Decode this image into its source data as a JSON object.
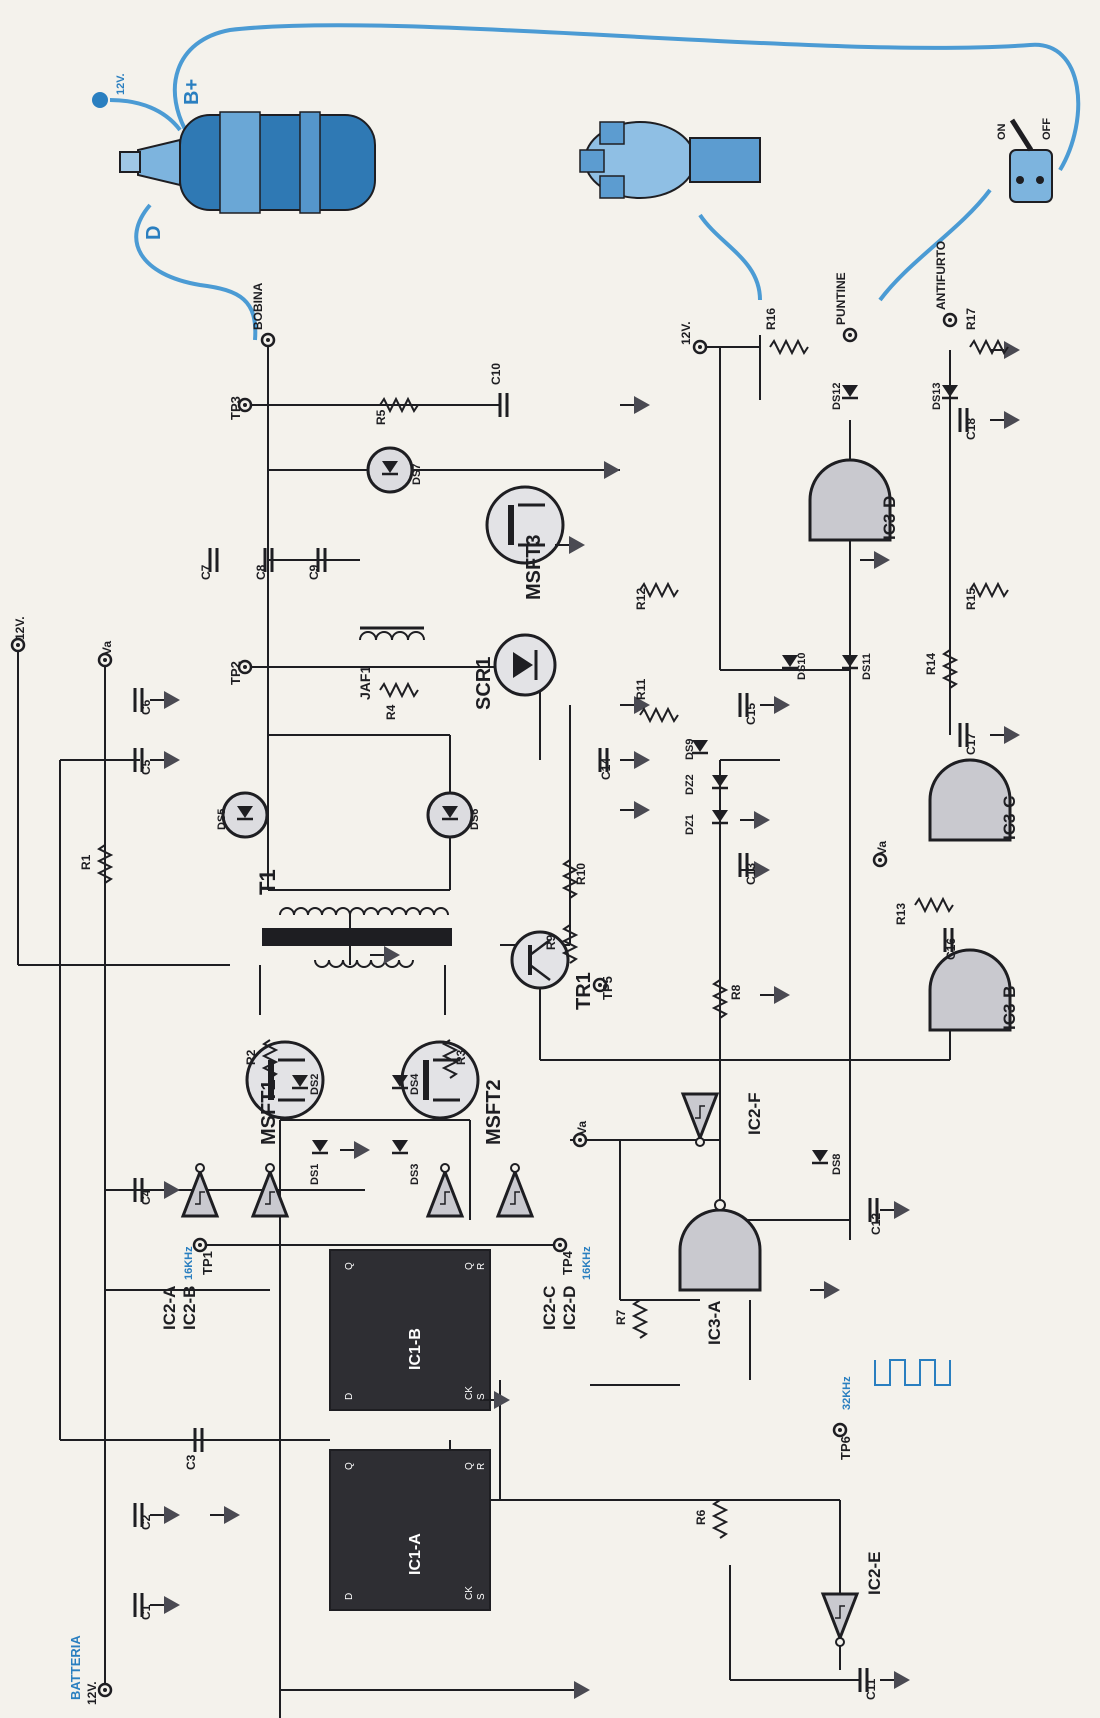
{
  "supply": {
    "battery": "BATTERIA",
    "v12": "12V.",
    "va": "Va",
    "bplus": "B+",
    "d": "D"
  },
  "terminals": {
    "bobina": "BOBINA",
    "puntine": "PUNTINE",
    "antifurto": "ANTIFURTO",
    "on": "ON",
    "off": "OFF"
  },
  "testpoints": {
    "tp1": "TP1",
    "tp2": "TP2",
    "tp3": "TP3",
    "tp4": "TP4",
    "tp5": "TP5",
    "tp6": "TP6",
    "f16": "16KHz",
    "f32": "32KHz"
  },
  "components": {
    "transformer": "T1",
    "scr": "SCR1",
    "transistor": "TR1",
    "inductor": "JAF1",
    "mosfets": [
      "MSFT1",
      "MSFT2",
      "MSFT3"
    ],
    "capacitors": [
      "C1",
      "C2",
      "C3",
      "C4",
      "C5",
      "C6",
      "C7",
      "C8",
      "C9",
      "C10",
      "C11",
      "C12",
      "C13",
      "C14",
      "C15",
      "C16",
      "C17",
      "C18"
    ],
    "resistors": [
      "R1",
      "R2",
      "R3",
      "R4",
      "R5",
      "R6",
      "R7",
      "R8",
      "R9",
      "R10",
      "R11",
      "R12",
      "R13",
      "R14",
      "R15",
      "R16",
      "R17"
    ],
    "diodes": [
      "DS1",
      "DS2",
      "DS3",
      "DS4",
      "DS5",
      "DS6",
      "DS7",
      "DS8",
      "DS9",
      "DS10",
      "DS11",
      "DS12",
      "DS13"
    ],
    "zeners": [
      "DZ1",
      "DZ2"
    ]
  },
  "ics": {
    "ic1a": "IC1-A",
    "ic1b": "IC1-B",
    "ic2ab": [
      "IC2-A",
      "IC2-B"
    ],
    "ic2cd": [
      "IC2-C",
      "IC2-D"
    ],
    "ic2e": "IC2-E",
    "ic2f": "IC2-F",
    "ic3a": "IC3-A",
    "ic3b": "IC3-B",
    "ic3c": "IC3-C",
    "ic3d": "IC3-D",
    "ff_pins": {
      "d": "D",
      "q": "Q",
      "qn": "Q",
      "ck": "CK",
      "s": "S",
      "r": "R"
    }
  },
  "colors": {
    "wire": "#4b9bd4",
    "ink": "#1e1e22",
    "ic_fill": "#2e2e33",
    "paper": "#f4f2ec",
    "accent": "#2a7fc0"
  }
}
